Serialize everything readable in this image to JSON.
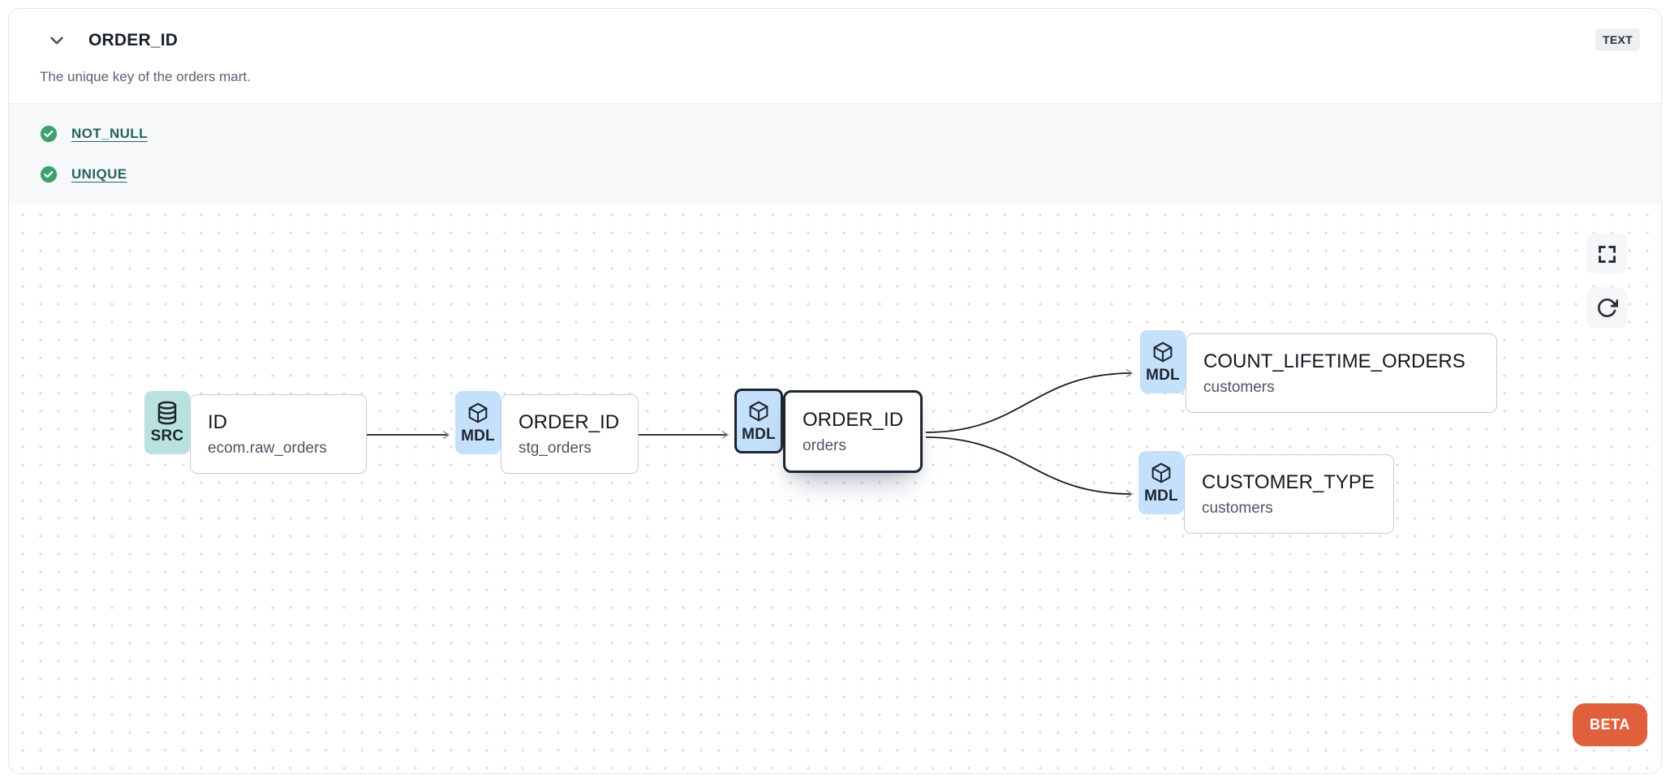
{
  "header": {
    "title": "ORDER_ID",
    "description": "The unique key of the orders mart.",
    "type_badge": "TEXT",
    "collapse_icon": "chevron-down-icon"
  },
  "tests": {
    "items": [
      {
        "label": "NOT_NULL",
        "status": "pass",
        "icon": "check-circle-icon"
      },
      {
        "label": "UNIQUE",
        "status": "pass",
        "icon": "check-circle-icon"
      }
    ]
  },
  "lineage": {
    "nodes": [
      {
        "badge": "SRC",
        "icon": "database-icon",
        "title": "ID",
        "subtitle": "ecom.raw_orders",
        "selected": false
      },
      {
        "badge": "MDL",
        "icon": "cube-icon",
        "title": "ORDER_ID",
        "subtitle": "stg_orders",
        "selected": false
      },
      {
        "badge": "MDL",
        "icon": "cube-icon",
        "title": "ORDER_ID",
        "subtitle": "orders",
        "selected": true
      },
      {
        "badge": "MDL",
        "icon": "cube-icon",
        "title": "COUNT_LIFETIME_ORDERS",
        "subtitle": "customers",
        "selected": false
      },
      {
        "badge": "MDL",
        "icon": "cube-icon",
        "title": "CUSTOMER_TYPE",
        "subtitle": "customers",
        "selected": false
      }
    ],
    "edges": [
      {
        "from": "ID (ecom.raw_orders)",
        "to": "ORDER_ID (stg_orders)"
      },
      {
        "from": "ORDER_ID (stg_orders)",
        "to": "ORDER_ID (orders)"
      },
      {
        "from": "ORDER_ID (orders)",
        "to": "COUNT_LIFETIME_ORDERS (customers)"
      },
      {
        "from": "ORDER_ID (orders)",
        "to": "CUSTOMER_TYPE (customers)"
      }
    ],
    "controls": [
      {
        "icon": "fullscreen-icon"
      },
      {
        "icon": "refresh-icon"
      }
    ],
    "beta_label": "BETA"
  },
  "colors": {
    "test_pass_green": "#3ea06f",
    "test_link_teal": "#26655f",
    "src_badge_teal": "#b9e1de",
    "mdl_badge_blue": "#c4e0fa",
    "selected_border": "#1b2431",
    "beta_orange": "#e0603d"
  }
}
